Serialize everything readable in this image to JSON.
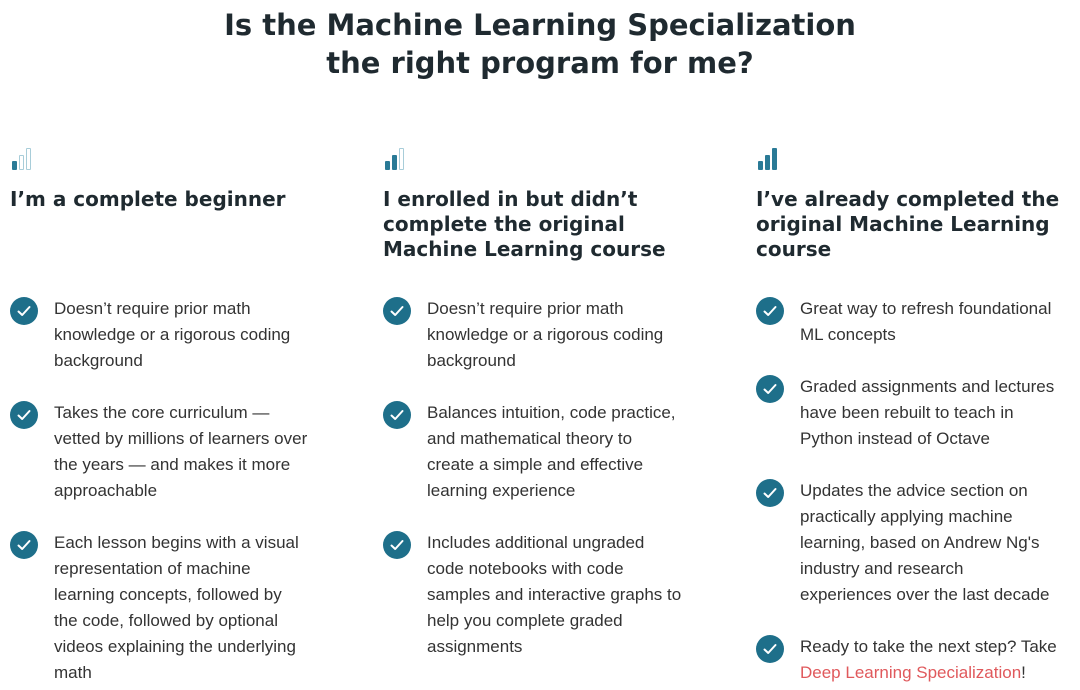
{
  "heading": {
    "line1": "Is the Machine Learning Specialization",
    "line2": "the right program for me?"
  },
  "columns": [
    {
      "icon": "level-bars-1-icon",
      "title_lines": [
        "I’m a complete beginner"
      ],
      "items": [
        [
          "Doesn’t require prior math",
          "knowledge or a rigorous coding",
          "background"
        ],
        [
          "Takes the core curriculum —",
          "vetted by millions of learners over",
          "the years — and makes it more",
          "approachable"
        ],
        [
          "Each lesson begins with a visual",
          "representation of machine",
          "learning concepts, followed by",
          "the code, followed by optional",
          "videos explaining the underlying",
          "math"
        ]
      ]
    },
    {
      "icon": "level-bars-2-icon",
      "title_lines": [
        "I enrolled in but didn’t",
        "complete the original",
        "Machine Learning course"
      ],
      "items": [
        [
          "Doesn’t require prior math",
          "knowledge or a rigorous coding",
          "background"
        ],
        [
          "Balances intuition, code practice,",
          "and mathematical theory to",
          "create a simple and effective",
          "learning experience"
        ],
        [
          "Includes additional ungraded",
          "code notebooks with code",
          "samples and interactive graphs to",
          "help you complete graded",
          "assignments"
        ]
      ]
    },
    {
      "icon": "level-bars-3-icon",
      "title_lines": [
        "I’ve already completed the",
        "original Machine Learning",
        "course"
      ],
      "items": [
        [
          "Great way to refresh foundational",
          "ML concepts"
        ],
        [
          "Graded assignments and lectures",
          "have been rebuilt to teach in",
          "Python instead of Octave"
        ],
        [
          "Updates the advice section on",
          "practically applying machine",
          "learning, based on Andrew Ng's",
          "industry and research",
          "experiences over the last decade"
        ]
      ],
      "last_item": {
        "line1": "Ready to take the next step? Take",
        "link_text": "Deep Learning Specialization",
        "suffix": "!"
      }
    }
  ],
  "colors": {
    "accent": "#1e6f8a",
    "link": "#e0595c",
    "heading": "#1f2a30"
  }
}
